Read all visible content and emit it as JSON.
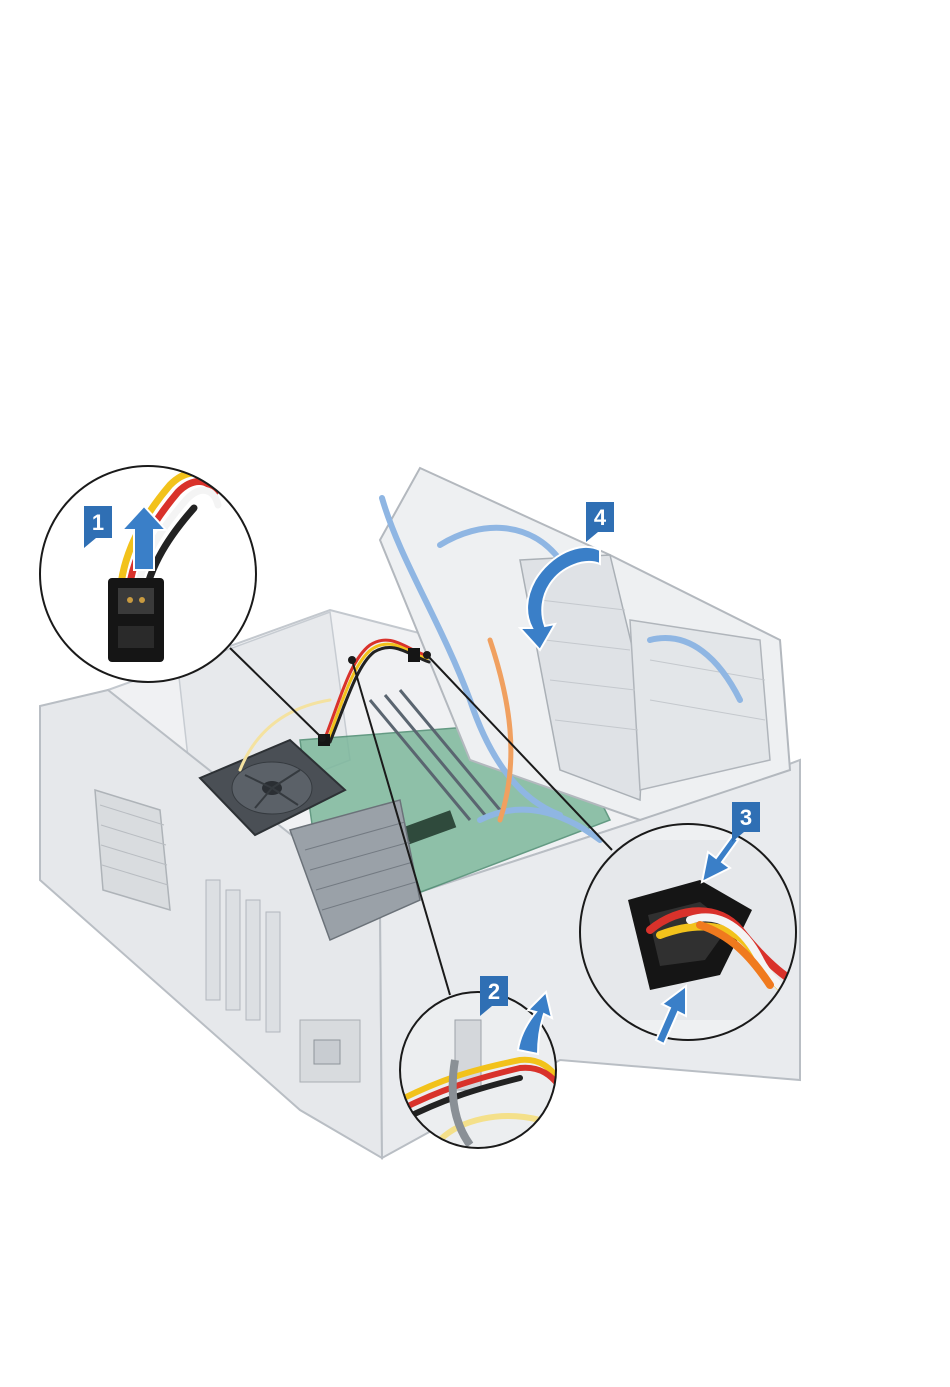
{
  "figure": {
    "steps": [
      {
        "number": "1",
        "action": "lift-connector-up"
      },
      {
        "number": "2",
        "action": "unroute-cable-from-clip"
      },
      {
        "number": "3",
        "action": "press-tabs-release-connector"
      },
      {
        "number": "4",
        "action": "swing-open-drive-bay"
      }
    ],
    "colors": {
      "badge": "#2f6fb4",
      "arrow": "#3a7fc8",
      "callout_line": "#1a1a1a",
      "chassis": "#e3e6ea",
      "chassis_edge": "#b9bec4",
      "sata_cable": "#8fb6e3",
      "wire_red": "#d9322b",
      "wire_yellow": "#f2c21b",
      "wire_orange": "#f07a1e",
      "wire_white": "#f4f4f4",
      "wire_black": "#222222",
      "motherboard": "#6aa68a",
      "connector": "#151515"
    }
  }
}
